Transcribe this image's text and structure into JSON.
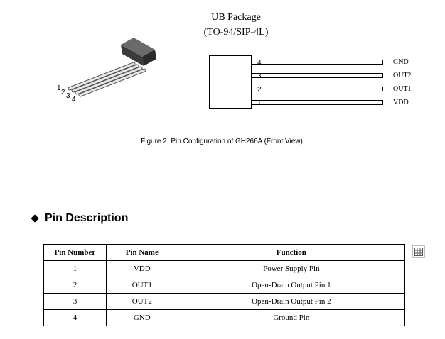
{
  "figure": {
    "package_title": "UB Package",
    "package_subtitle": "(TO-94/SIP-4L)",
    "pin_numbers_3d": [
      "1",
      "2",
      "3",
      "4"
    ],
    "leads": [
      {
        "number": "4",
        "label": "GND"
      },
      {
        "number": "3",
        "label": "OUT2"
      },
      {
        "number": "2",
        "label": "OUT1"
      },
      {
        "number": "1",
        "label": "VDD"
      }
    ],
    "caption": "Figure 2. Pin Configuration of GH266A (Front View)"
  },
  "section": {
    "title": "Pin Description"
  },
  "table": {
    "headers": [
      "Pin Number",
      "Pin Name",
      "Function"
    ],
    "rows": [
      [
        "1",
        "VDD",
        "Power Supply Pin"
      ],
      [
        "2",
        "OUT1",
        "Open-Drain Output Pin 1"
      ],
      [
        "3",
        "OUT2",
        "Open-Drain Output Pin 2"
      ],
      [
        "4",
        "GND",
        "Ground Pin"
      ]
    ]
  },
  "icons": {
    "table_tool": "table-grid-icon"
  }
}
